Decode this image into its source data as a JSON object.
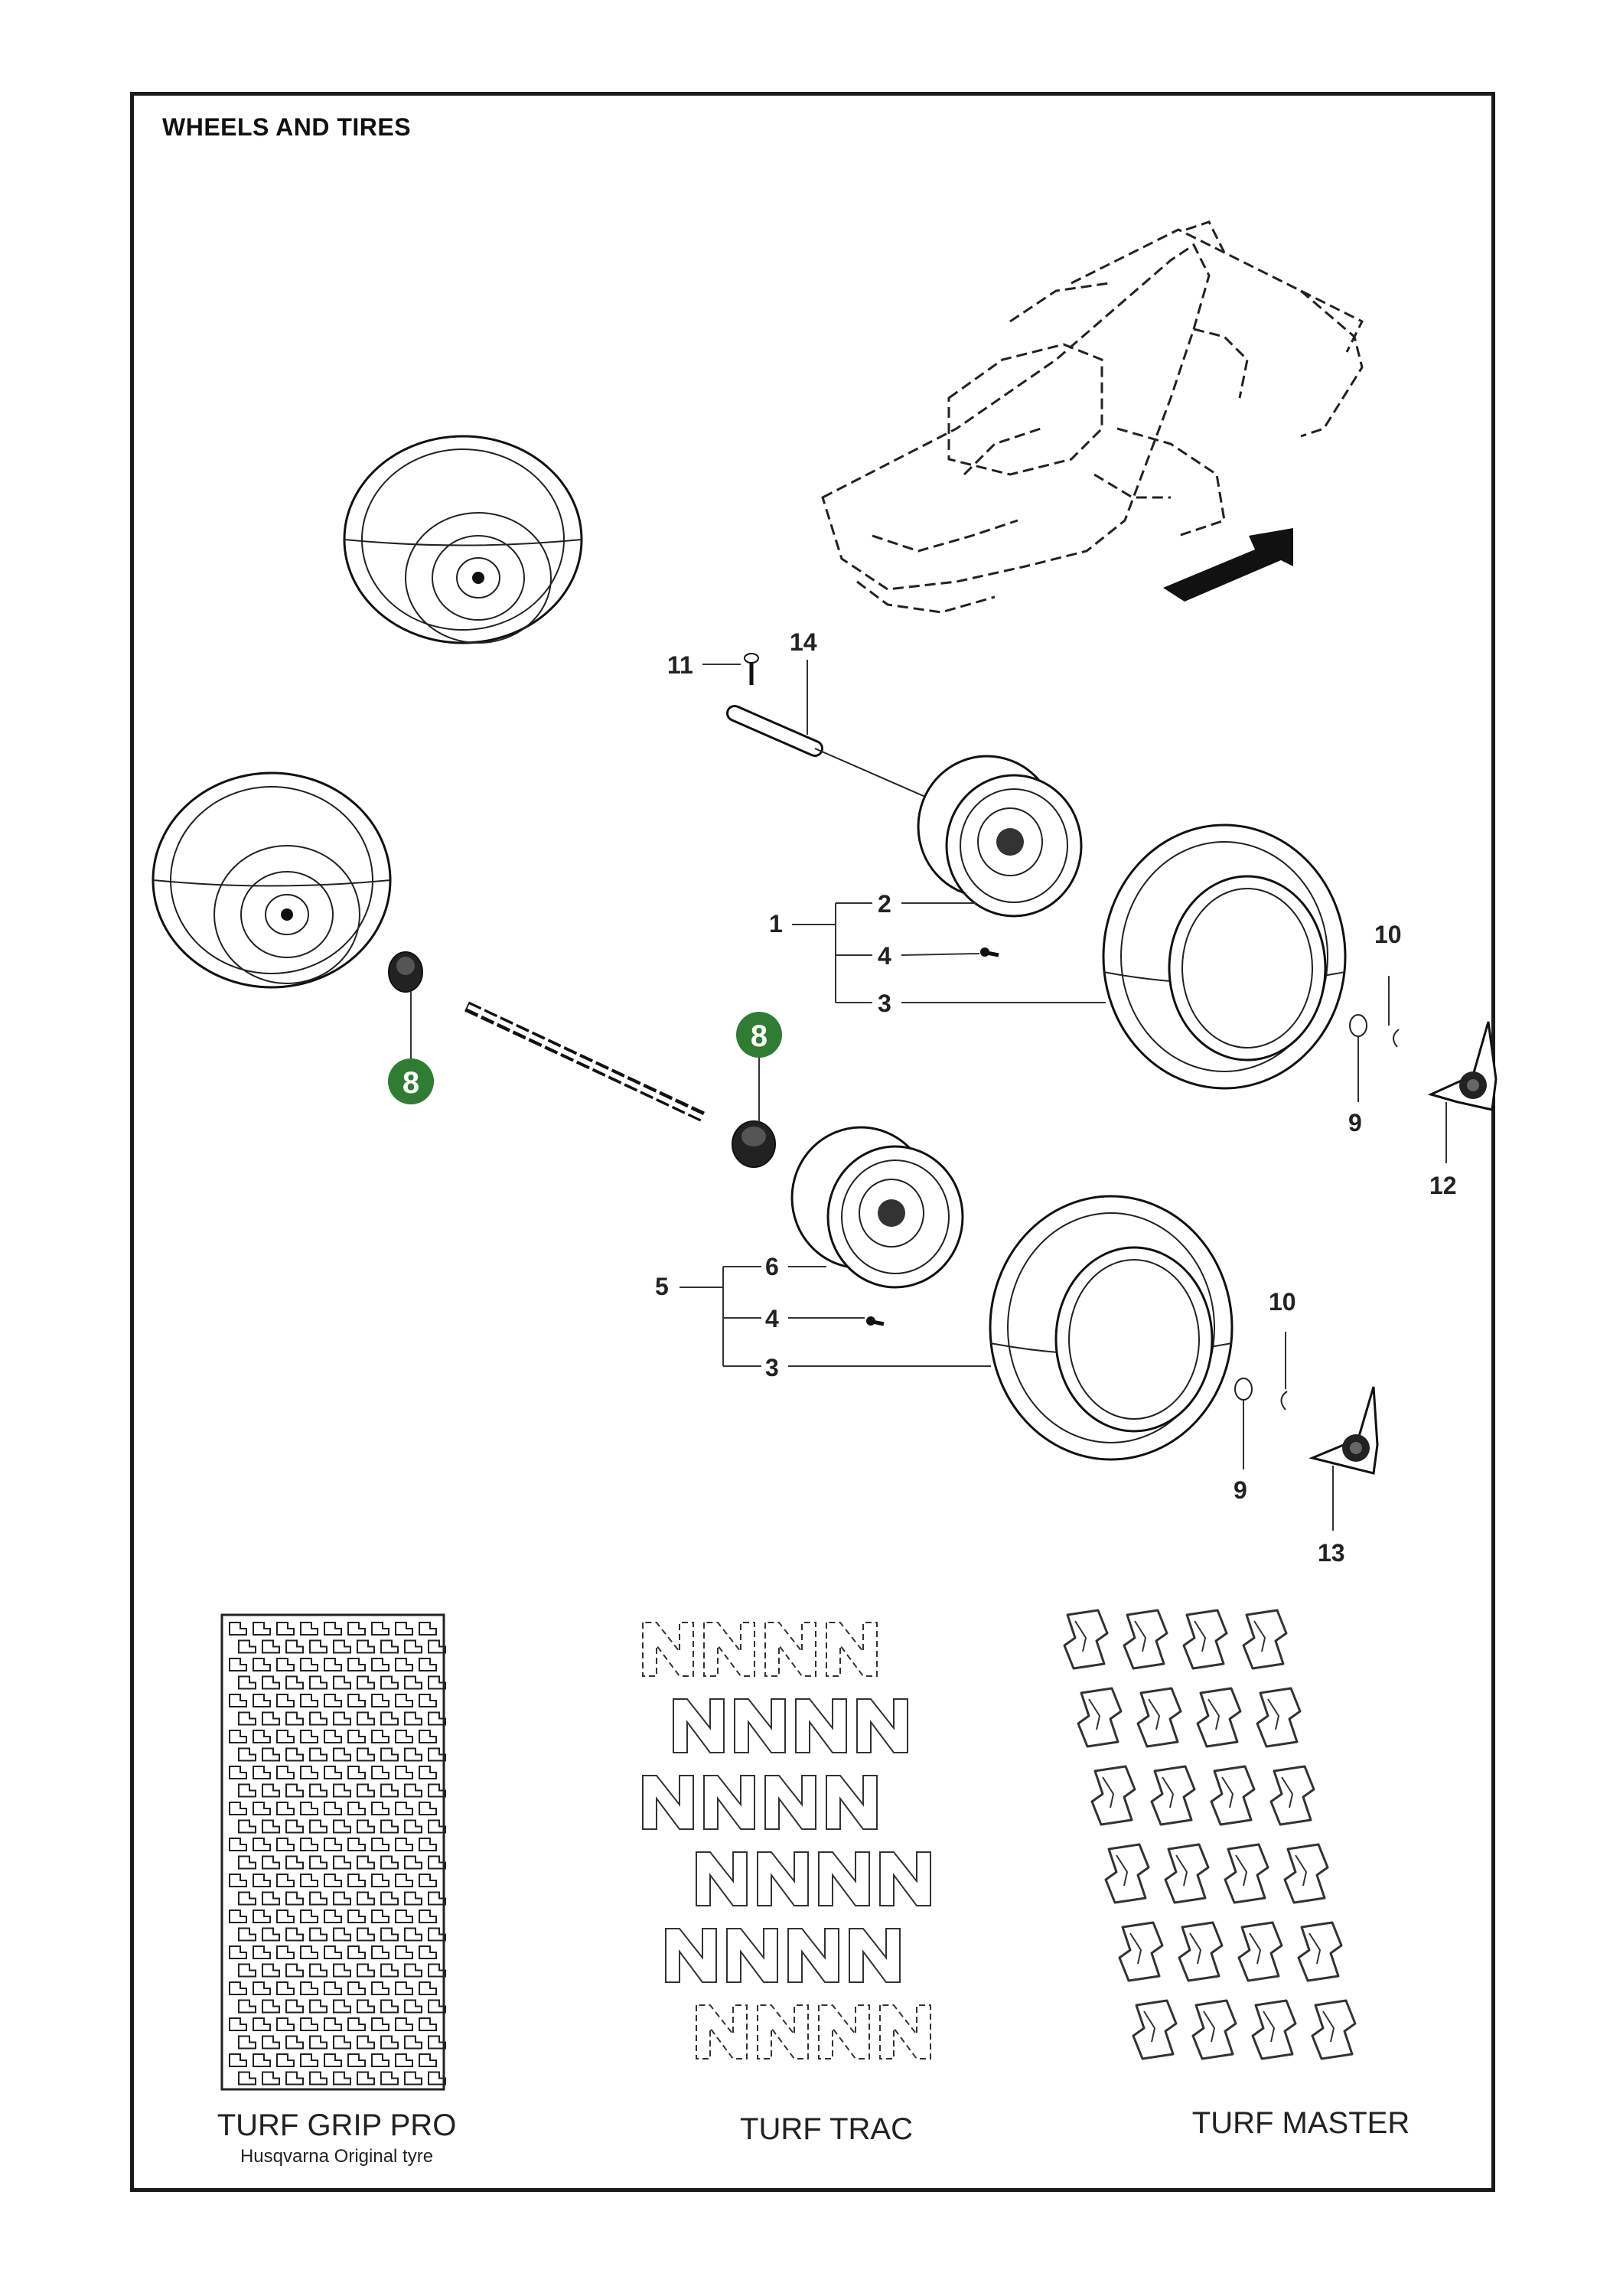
{
  "page": {
    "title": "WHEELS AND TIRES"
  },
  "callouts": [
    "1",
    "2",
    "3",
    "3",
    "4",
    "4",
    "5",
    "6",
    "9",
    "9",
    "10",
    "10",
    "11",
    "12",
    "13",
    "14"
  ],
  "highlighted_callouts": [
    "8",
    "8"
  ],
  "colors": {
    "highlight_badge": "#2e7d32",
    "line": "#111111",
    "frame": "#1a1a1a"
  },
  "tread_patterns": [
    {
      "name": "TURF GRIP PRO",
      "subtitle": "Husqvarna Original tyre"
    },
    {
      "name": "TURF TRAC",
      "subtitle": ""
    },
    {
      "name": "TURF MASTER",
      "subtitle": ""
    }
  ],
  "icons": [
    "direction-arrow-icon"
  ]
}
